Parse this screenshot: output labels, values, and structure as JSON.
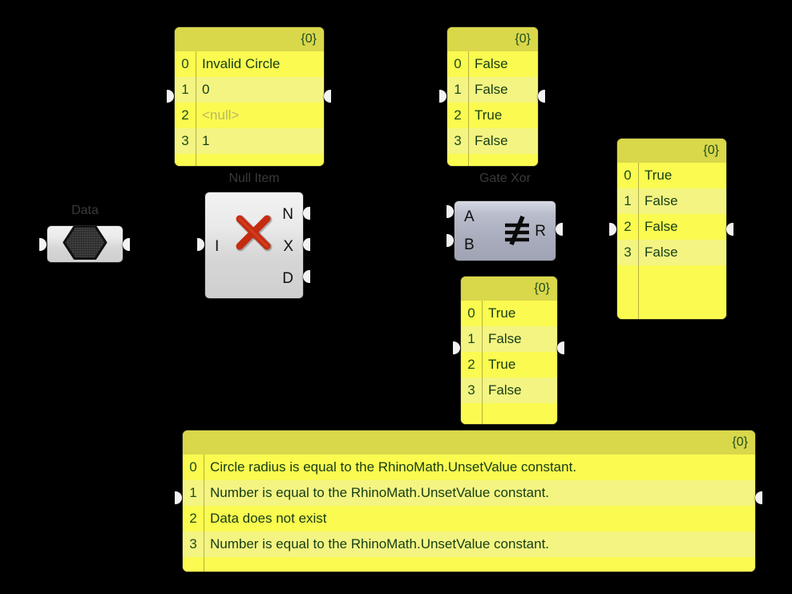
{
  "app": {
    "name": "Grasshopper canvas",
    "background_color": "#000000"
  },
  "panels": [
    {
      "id": "panel-null-item-output",
      "header": "{0}",
      "rows": [
        {
          "index": "0",
          "value": "Invalid Circle",
          "null": false
        },
        {
          "index": "1",
          "value": "0",
          "null": false
        },
        {
          "index": "2",
          "value": "<null>",
          "null": true
        },
        {
          "index": "3",
          "value": "1",
          "null": false
        }
      ]
    },
    {
      "id": "panel-gate-xor-input",
      "header": "{0}",
      "rows": [
        {
          "index": "0",
          "value": "False",
          "null": false
        },
        {
          "index": "1",
          "value": "False",
          "null": false
        },
        {
          "index": "2",
          "value": "True",
          "null": false
        },
        {
          "index": "3",
          "value": "False",
          "null": false
        }
      ]
    },
    {
      "id": "panel-gate-xor-result",
      "header": "{0}",
      "rows": [
        {
          "index": "0",
          "value": "True",
          "null": false
        },
        {
          "index": "1",
          "value": "False",
          "null": false
        },
        {
          "index": "2",
          "value": "False",
          "null": false
        },
        {
          "index": "3",
          "value": "False",
          "null": false
        }
      ]
    },
    {
      "id": "panel-gate-xor-second-input",
      "header": "{0}",
      "rows": [
        {
          "index": "0",
          "value": "True",
          "null": false
        },
        {
          "index": "1",
          "value": "False",
          "null": false
        },
        {
          "index": "2",
          "value": "True",
          "null": false
        },
        {
          "index": "3",
          "value": "False",
          "null": false
        }
      ]
    },
    {
      "id": "panel-descriptions",
      "header": "{0}",
      "rows": [
        {
          "index": "0",
          "value": "Circle radius is equal to the RhinoMath.UnsetValue constant.",
          "null": false
        },
        {
          "index": "1",
          "value": "Number is equal to the RhinoMath.UnsetValue constant.",
          "null": false
        },
        {
          "index": "2",
          "value": "Data does not exist",
          "null": false
        },
        {
          "index": "3",
          "value": "Number is equal to the RhinoMath.UnsetValue constant.",
          "null": false
        }
      ]
    }
  ],
  "components": [
    {
      "id": "data-param",
      "caption": "Data",
      "icon": "hexagon-icon",
      "inputs": [],
      "outputs": []
    },
    {
      "id": "null-item-component",
      "caption": "Null Item",
      "icon": "red-x-icon",
      "inputs": [
        "I"
      ],
      "outputs": [
        "N",
        "X",
        "D"
      ]
    },
    {
      "id": "gate-xor-component",
      "caption": "Gate Xor",
      "icon": "not-identical-icon",
      "inputs": [
        "A",
        "B"
      ],
      "outputs": [
        "R"
      ]
    }
  ],
  "colors": {
    "panel_body": "#FAFA50",
    "panel_row_alt": "#F4F482",
    "panel_header": "#D9D74A",
    "panel_text": "#153d15",
    "null_text": "#b8b860",
    "caption_text": "#3a3a3a",
    "component_grey": "#e8e8e8",
    "component_blue": "#aeb2c2",
    "icon_red": "#c42c10"
  }
}
